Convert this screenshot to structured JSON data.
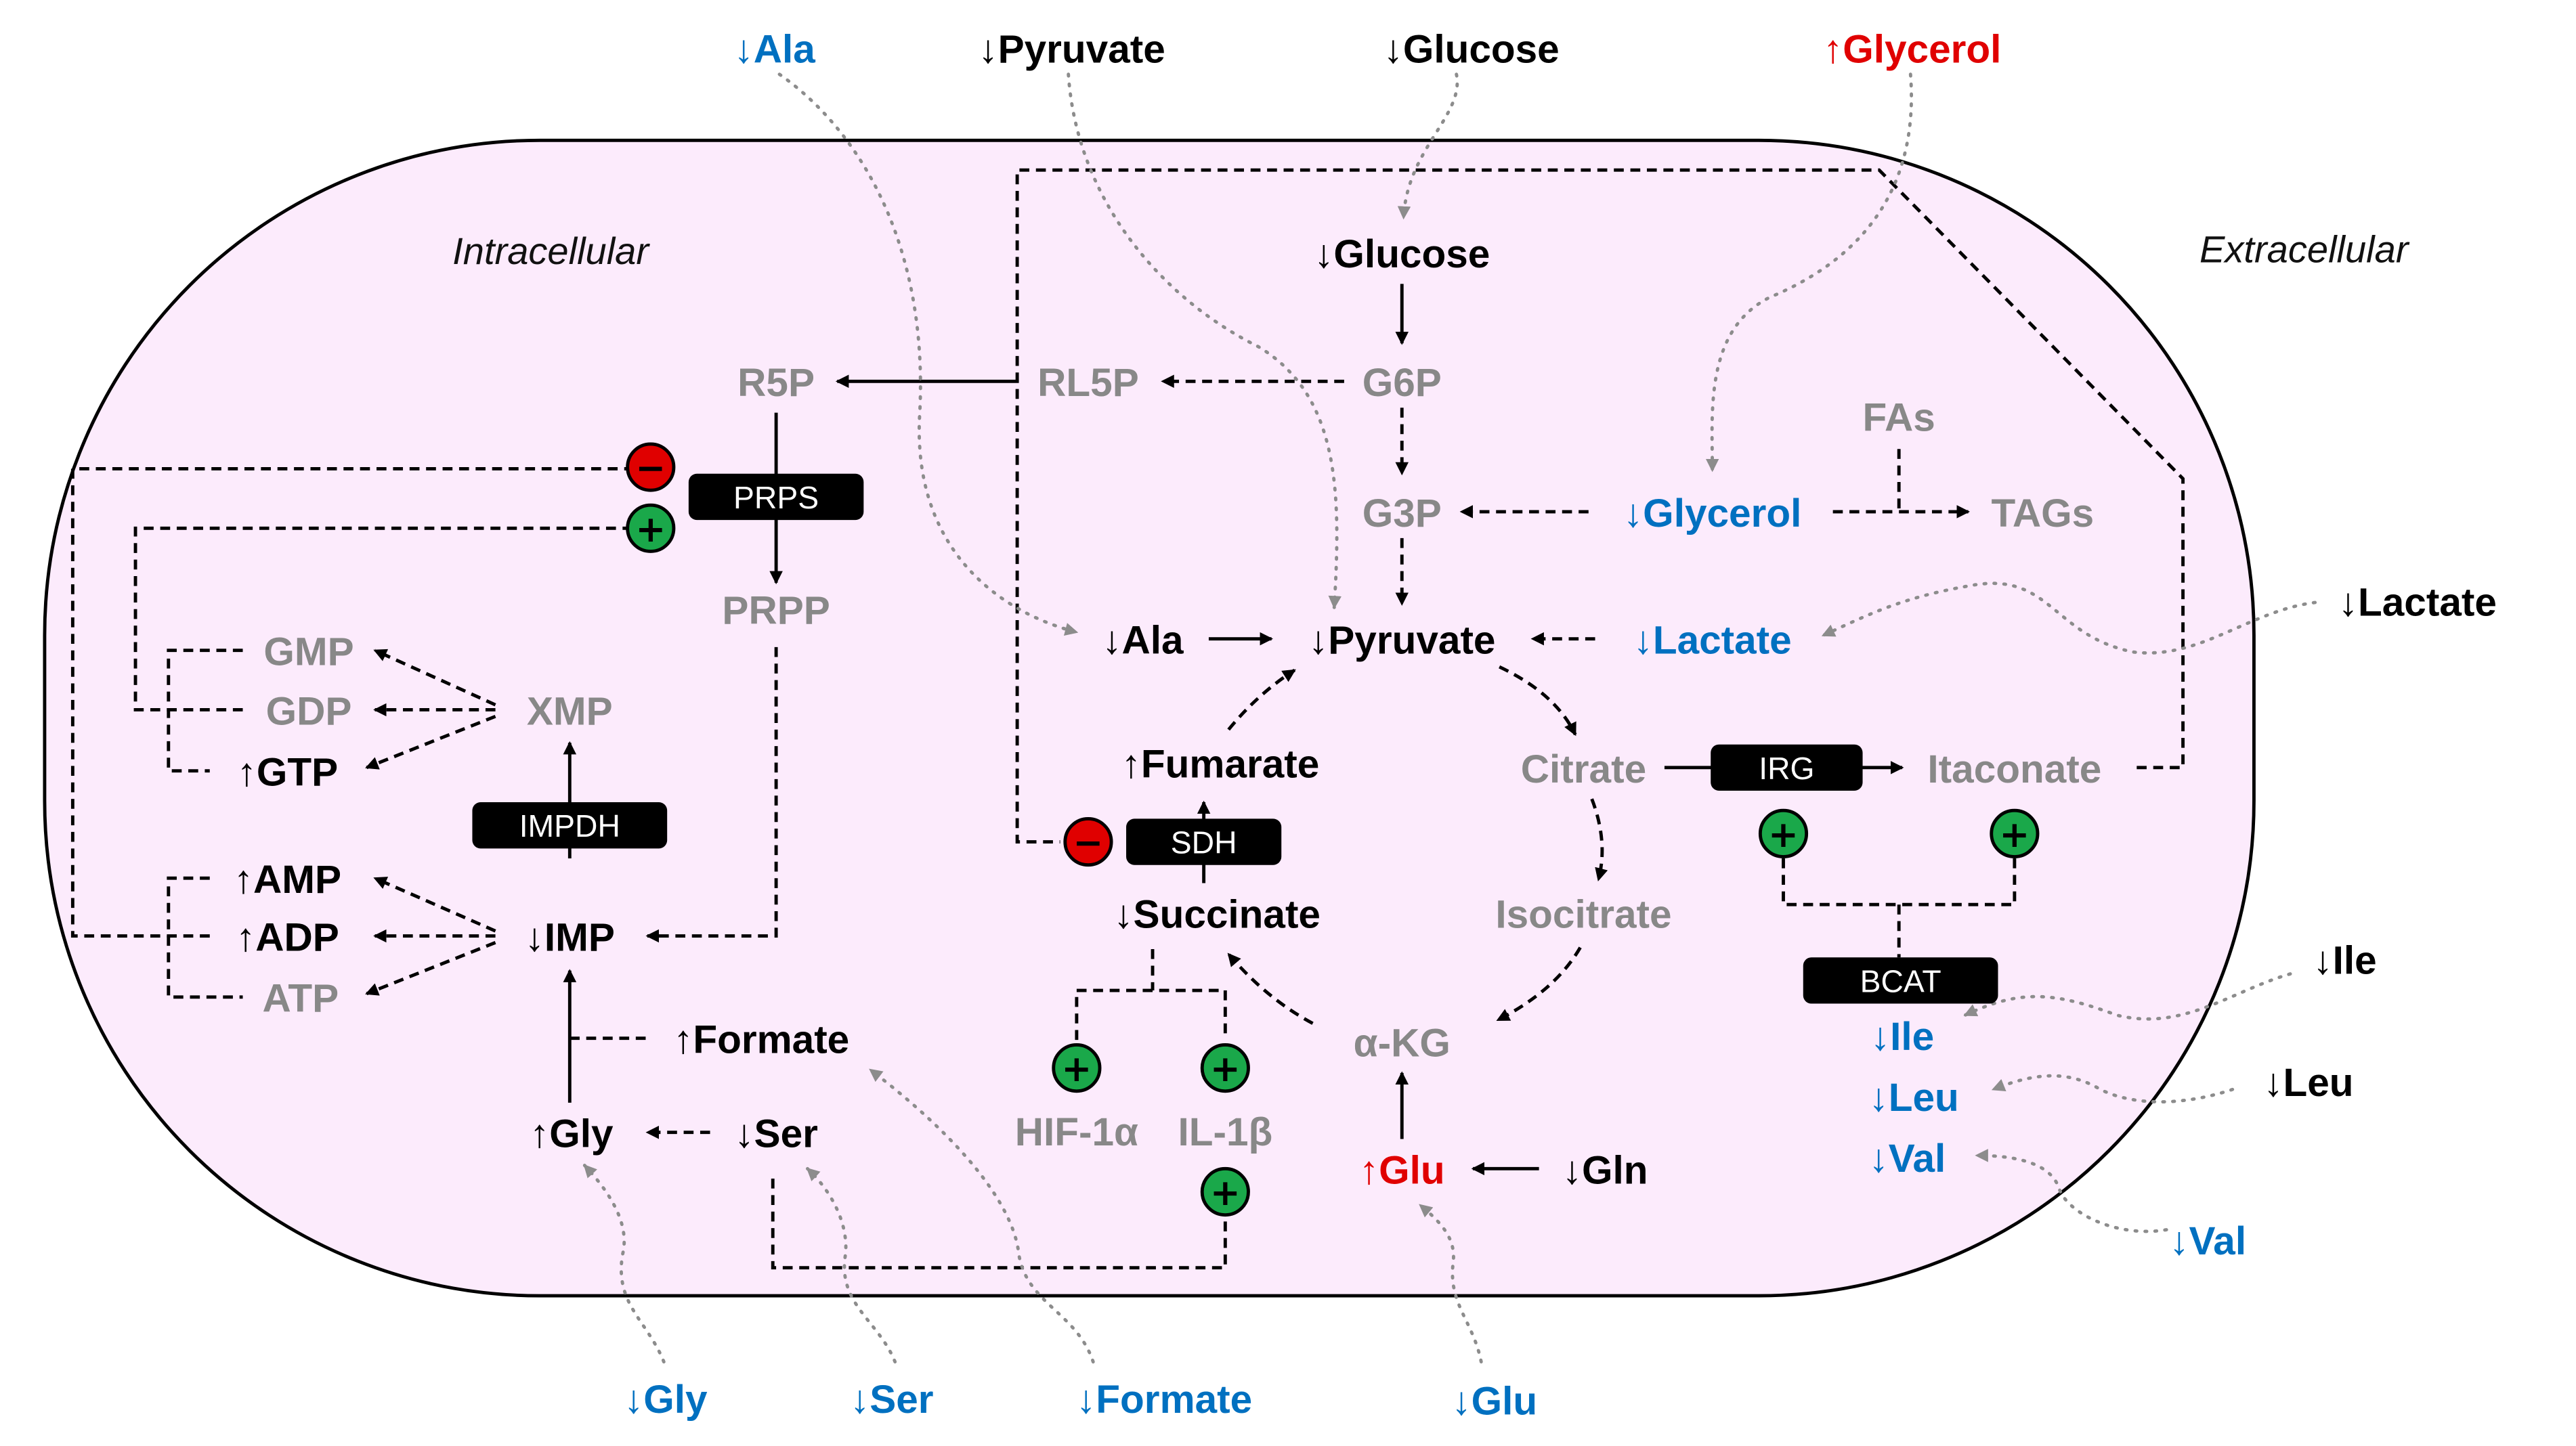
{
  "region_labels": {
    "intracellular": "Intracellular",
    "extracellular": "Extracellular"
  },
  "colors": {
    "cell_fill": "#fcebfc",
    "increase": "#e00000",
    "decrease_external": "#0070c0",
    "unchanged": "#888888",
    "activator": "#1aa84a",
    "inhibitor": "#e00000"
  },
  "enzymes": {
    "prps": "PRPS",
    "impdh": "IMPDH",
    "sdh": "SDH",
    "irg": "IRG",
    "bcat": "BCAT"
  },
  "metabolites": {
    "glucose_in": "↓Glucose",
    "g6p": "G6P",
    "rl5p": "RL5P",
    "r5p": "R5P",
    "prpp": "PRPP",
    "g3p": "G3P",
    "glycerol_in": "↓Glycerol",
    "fas": "FAs",
    "tags": "TAGs",
    "ala_in": "↓Ala",
    "pyruvate_in": "↓Pyruvate",
    "lactate_in": "↓Lactate",
    "fumarate": "↑Fumarate",
    "succinate": "↓Succinate",
    "citrate": "Citrate",
    "itaconate": "Itaconate",
    "isocitrate": "Isocitrate",
    "akg": "α-KG",
    "glu_in": "↑Glu",
    "gln": "↓Gln",
    "hif1a": "HIF-1α",
    "il1b": "IL-1β",
    "gmp": "GMP",
    "gdp": "GDP",
    "gtp": "↑GTP",
    "xmp": "XMP",
    "amp": "↑AMP",
    "adp": "↑ADP",
    "atp": "ATP",
    "imp": "↓IMP",
    "formate_in": "↑Formate",
    "gly_in": "↑Gly",
    "ser_in": "↓Ser",
    "ile_in": "↓Ile",
    "leu_in": "↓Leu",
    "val_in": "↓Val"
  },
  "external": {
    "ala": "↓Ala",
    "pyruvate": "↓Pyruvate",
    "glucose": "↓Glucose",
    "glycerol": "↑Glycerol",
    "lactate": "↓Lactate",
    "ile": "↓Ile",
    "leu": "↓Leu",
    "val": "↓Val",
    "gly": "↓Gly",
    "ser": "↓Ser",
    "formate": "↓Formate",
    "glu": "↓Glu"
  },
  "signs": {
    "plus": "+",
    "minus": "−"
  }
}
